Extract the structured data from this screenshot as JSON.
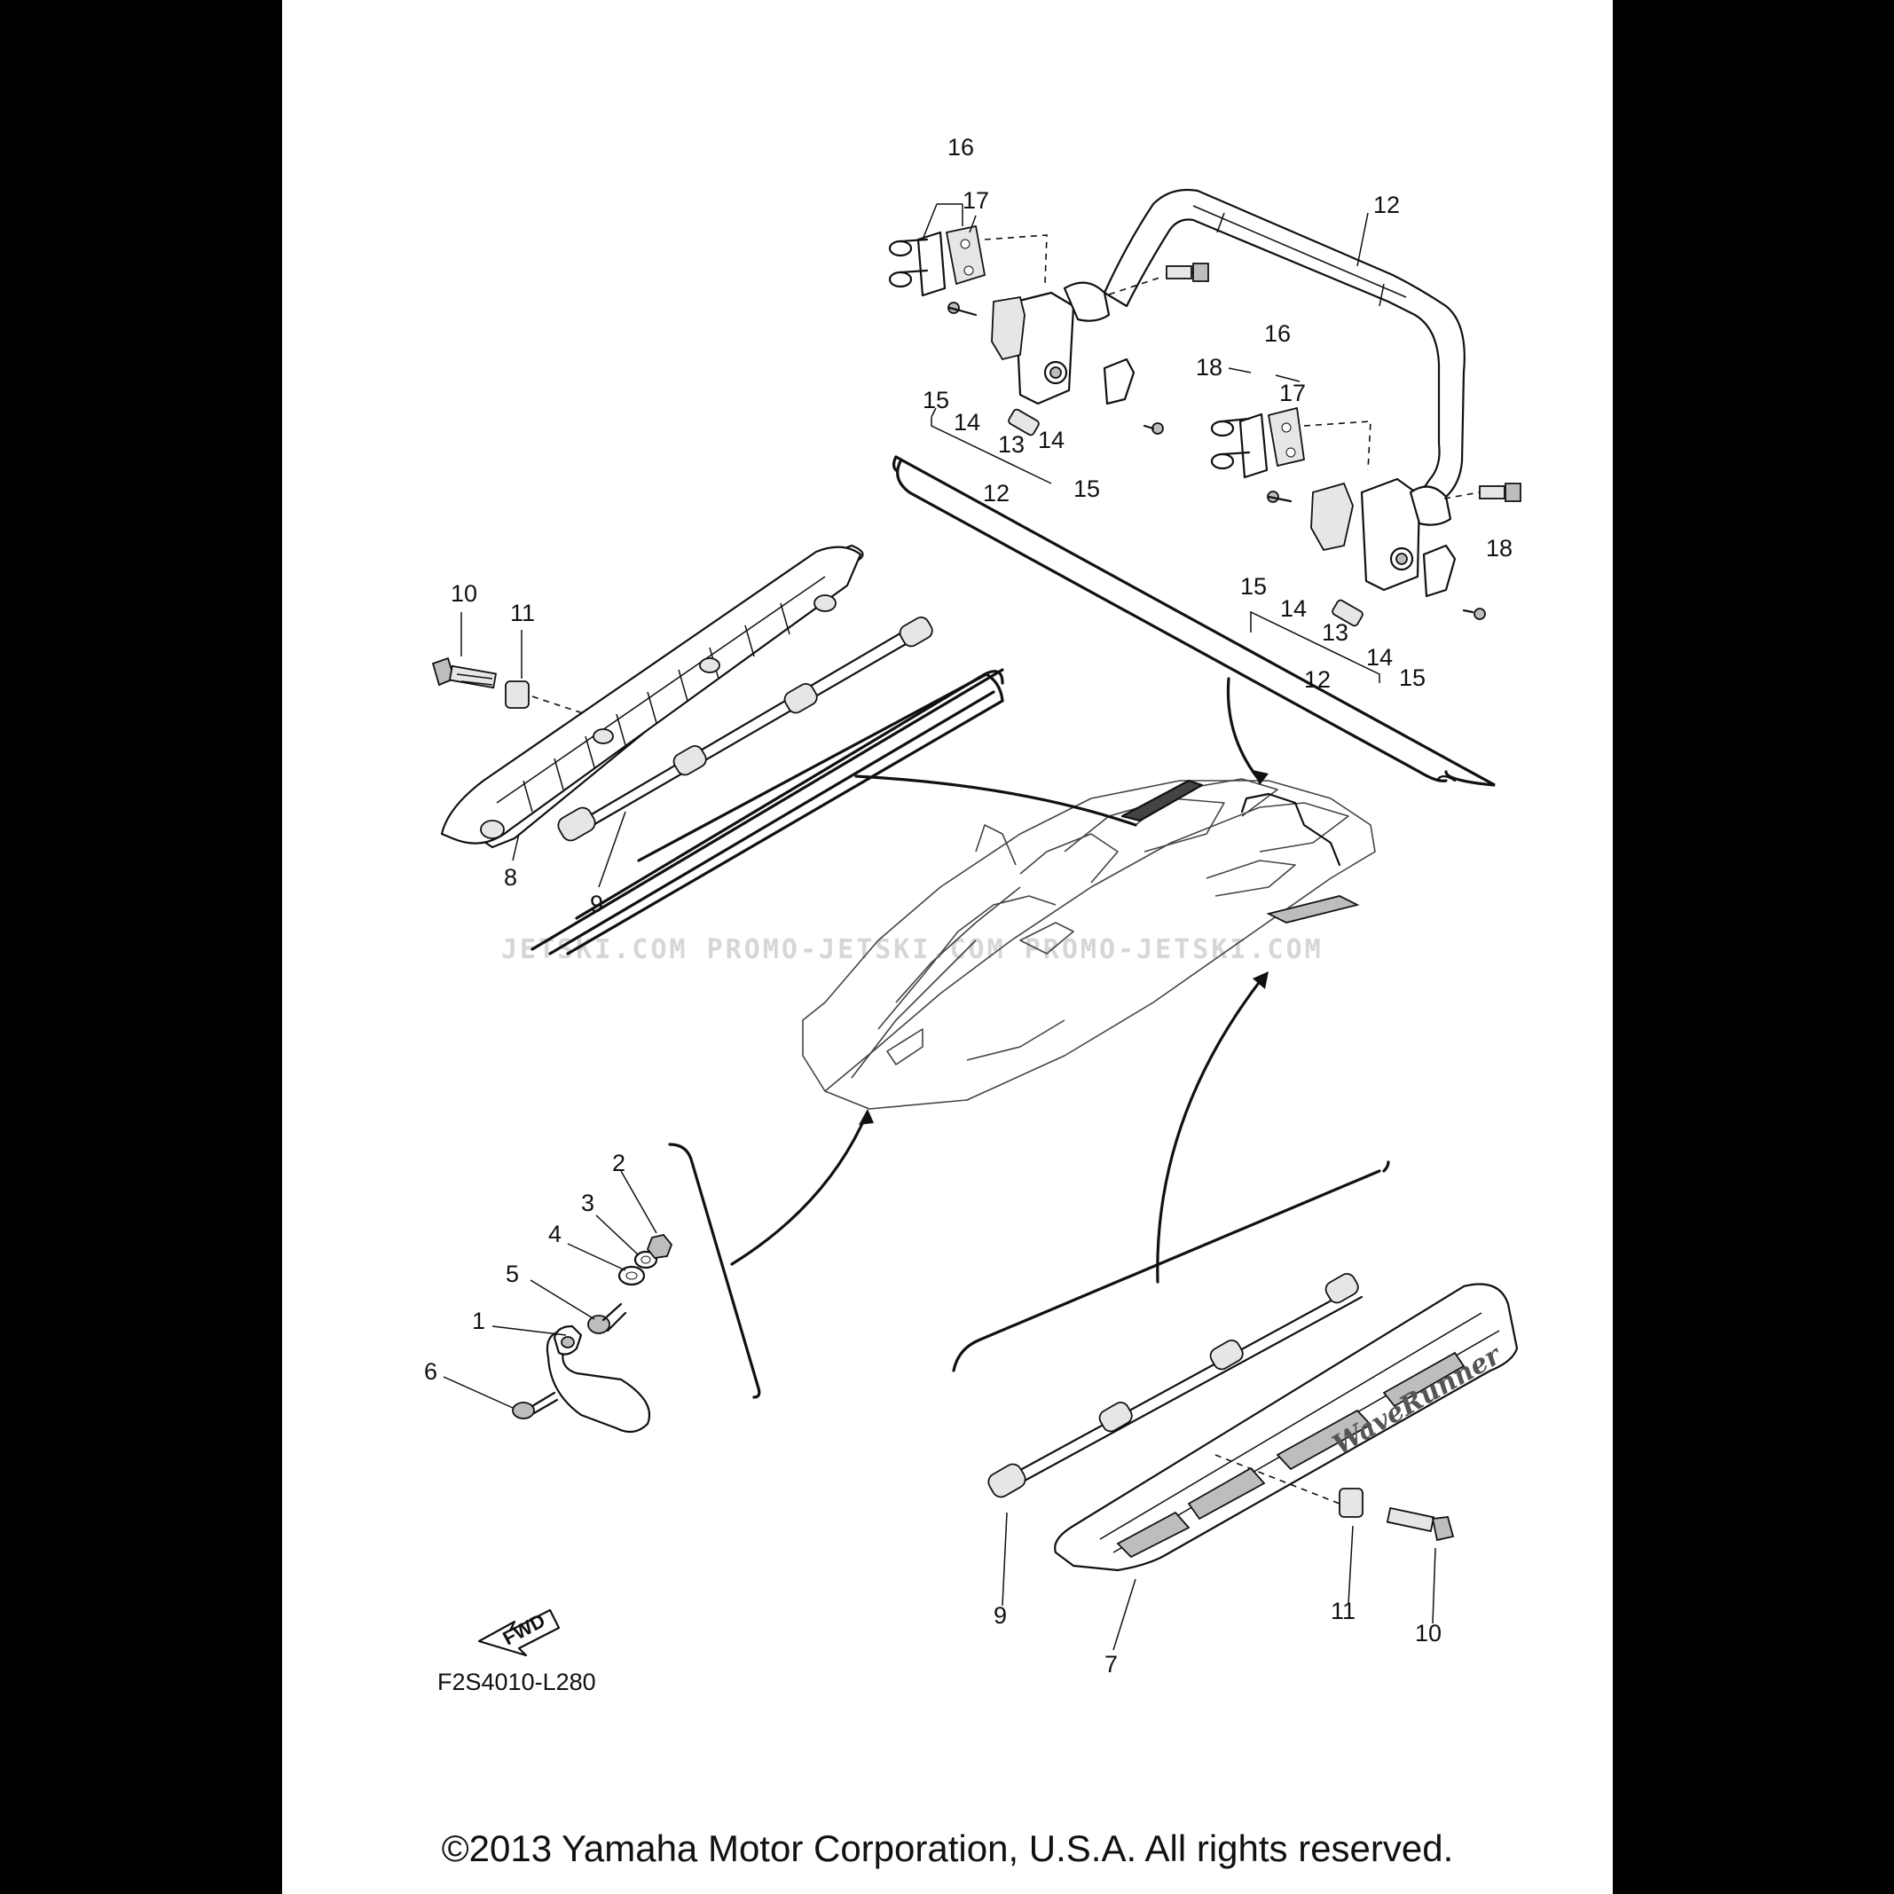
{
  "diagram_code": "F2S4010-L280",
  "fwd_label": "FWD",
  "watermark": "JETSKI.COM PROMO-JETSKI.COM PROMO-JETSKI.COM",
  "copyright": "©2013 Yamaha Motor Corporation, U.S.A. All rights reserved.",
  "callouts": {
    "c1": "1",
    "c2": "2",
    "c3": "3",
    "c4": "4",
    "c5": "5",
    "c6": "6",
    "c7": "7",
    "c8": "8",
    "c9a": "9",
    "c9b": "9",
    "c10a": "10",
    "c10b": "10",
    "c11a": "11",
    "c11b": "11",
    "c12a": "12",
    "c12b": "12",
    "c12c": "12",
    "c13a": "13",
    "c13b": "13",
    "c14a": "14",
    "c14b": "14",
    "c14c": "14",
    "c14d": "14",
    "c15a": "15",
    "c15b": "15",
    "c15c": "15",
    "c15d": "15",
    "c16a": "16",
    "c16b": "16",
    "c17a": "17",
    "c17b": "17",
    "c18a": "18",
    "c18b": "18"
  }
}
